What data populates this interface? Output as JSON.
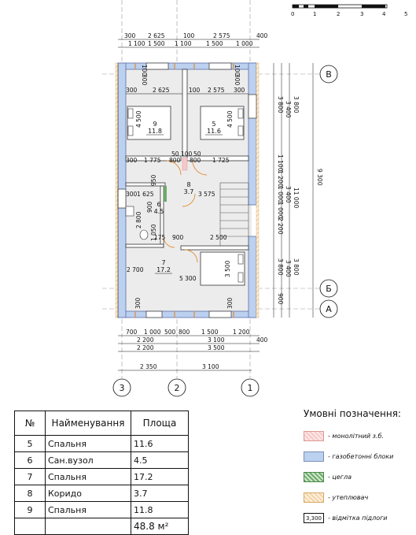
{
  "scale_bar": {
    "ticks": [
      "0",
      "1",
      "2",
      "3",
      "4",
      "5"
    ]
  },
  "axes": {
    "row_b": "В",
    "row_v": "Б",
    "row_a": "А",
    "col_1": "1",
    "col_2": "2",
    "col_3": "3"
  },
  "dims": {
    "top_1": [
      "300",
      "2 625",
      "100",
      "2 575",
      "400"
    ],
    "top_2": [
      "1 100",
      "1 500",
      "1 100",
      "1 500",
      "1 000"
    ],
    "bottom_1": [
      "700",
      "1 000",
      "500",
      "800",
      "1 500",
      "1 200"
    ],
    "bottom_2": [
      "2 200",
      "3 100",
      "400"
    ],
    "bottom_3": [
      "2 200",
      "3 500"
    ],
    "bottom_axes": [
      "2 350",
      "3 100"
    ],
    "right_1": [
      "3 800",
      "1 100",
      "1 200",
      "1 000",
      "1 000",
      "2 200",
      "3 800",
      "900"
    ],
    "right_2": [
      "3 400",
      "3 400",
      "3 400"
    ],
    "right_total": [
      "11 000",
      "9 300"
    ],
    "left_stack": [
      "100",
      "300",
      "300",
      "300"
    ],
    "interior": {
      "r9_w": "2 625",
      "r5_w": "2 575",
      "r9_h": "4 500",
      "r5_h": "4 500",
      "gap_a": "50",
      "gap_b": "100",
      "gap_c": "50",
      "hall_a": "800",
      "hall_b": "800",
      "w1775": "1 775",
      "w1725": "1 725",
      "w1625": "1 625",
      "w3575": "3 575",
      "h950": "950",
      "h2800": "2 800",
      "h900": "900",
      "h1050": "1 050",
      "w175": "175",
      "w900": "900",
      "w2500": "2 500",
      "h2700": "2 700",
      "w5300": "5 300",
      "h3500": "3 500",
      "h300": "300",
      "v100a": "100",
      "v100b": "100"
    }
  },
  "rooms": [
    {
      "num": "9",
      "area": "11.8"
    },
    {
      "num": "5",
      "area": "11.6"
    },
    {
      "num": "8",
      "area": "3.7"
    },
    {
      "num": "6",
      "area": "4.5"
    },
    {
      "num": "7",
      "area": "17.2"
    }
  ],
  "schedule": {
    "headers": [
      "№",
      "Найменування",
      "Площа"
    ],
    "rows": [
      {
        "num": "5",
        "name": "Спальня",
        "area": "11.6"
      },
      {
        "num": "6",
        "name": "Сан.вузол",
        "area": "4.5"
      },
      {
        "num": "7",
        "name": "Спальня",
        "area": "17.2"
      },
      {
        "num": "8",
        "name": "Коридо",
        "area": "3.7"
      },
      {
        "num": "9",
        "name": "Спальня",
        "area": "11.8"
      }
    ],
    "total": "48.8 м²"
  },
  "legend": {
    "title": "Умовні позначення:",
    "items": [
      {
        "label": "- монолітний з.б.",
        "swatch": "#f6c9c9"
      },
      {
        "label": "- газобетонні блоки",
        "swatch": "#bcd0ef"
      },
      {
        "label": "- цегла",
        "swatch": "#6fa86c"
      },
      {
        "label": "- утеплювач",
        "swatch": "#f3d3a6"
      },
      {
        "label": "- відмітка підлоги",
        "mark": "3,300"
      }
    ]
  },
  "colors": {
    "wall_fill": "#bcd0ef",
    "wall_stroke": "#5a6fa8",
    "floor": "#ececec",
    "brick": "#6fa86c",
    "monolith": "#f6c9c9",
    "insulation": "#f3d3a6"
  }
}
